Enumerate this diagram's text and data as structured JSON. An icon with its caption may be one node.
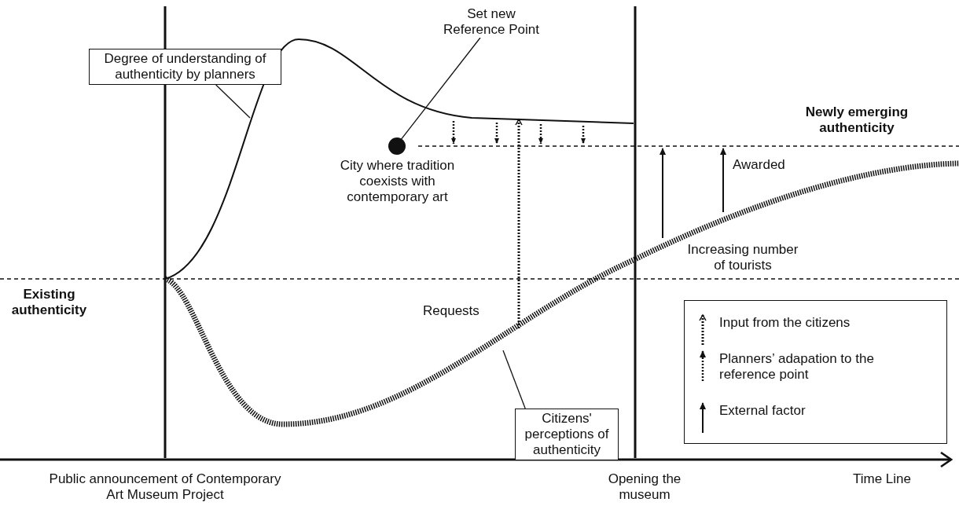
{
  "diagram": {
    "nodes": [
      {
        "text": [
          "Degree of understanding of authenticity by planners"
        ]
      },
      {
        "text": [
          "Citizens' perceptions of authenticity"
        ]
      },
      {
        "text": [
          "Set new Reference Point"
        ]
      },
      {
        "text": [],
        "shape": "circle",
        "beside": [
          "City where tradition coexists with contemporary art"
        ]
      }
    ],
    "edges": [
      {
        "from": 0,
        "to": null,
        "arrow": "none"
      },
      {
        "from": 1,
        "to": null,
        "arrow": "none"
      },
      {
        "from": 2,
        "to": 3,
        "arrow": "none"
      }
    ],
    "labels": [
      "Newly emerging authenticity",
      "Awarded",
      "Increasing number of tourists",
      "Existing authenticity",
      "Requests",
      "Public announcement of Contemporary Art Museum Project",
      "Opening the museum",
      "Time Line"
    ],
    "legend": [
      {
        "text": "Input from the citizens"
      },
      {
        "text": "Planners’ adapation to the reference point"
      },
      {
        "text": "External factor"
      }
    ]
  }
}
